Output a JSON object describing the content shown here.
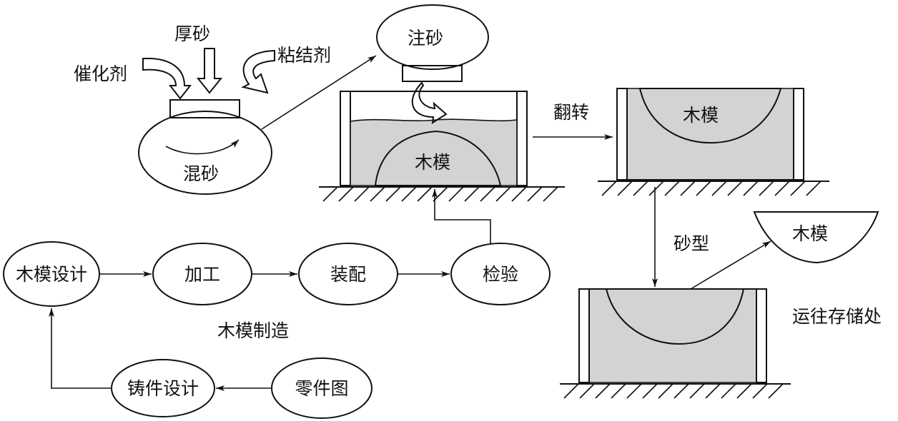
{
  "colors": {
    "ink": "#111111",
    "sand": "#d3d3d3",
    "paper": "#ffffff"
  },
  "mixing": {
    "thick_sand": "厚砂",
    "catalyst": "催化剂",
    "binder": "粘结剂",
    "mixer": "混砂"
  },
  "filling": {
    "pour_sand": "注砂",
    "wood_pattern": "木模"
  },
  "flip": {
    "label": "翻转",
    "wood_pattern": "木模"
  },
  "mold": {
    "sand_mold": "砂型",
    "removed_pattern": "木模",
    "to_storage": "运往存储处"
  },
  "pattern_making": {
    "caption": "木模制造",
    "nodes": {
      "pattern_design": "木模设计",
      "machining": "加工",
      "assembly": "装配",
      "inspection": "检验",
      "casting_design": "铸件设计",
      "part_drawing": "零件图"
    }
  }
}
